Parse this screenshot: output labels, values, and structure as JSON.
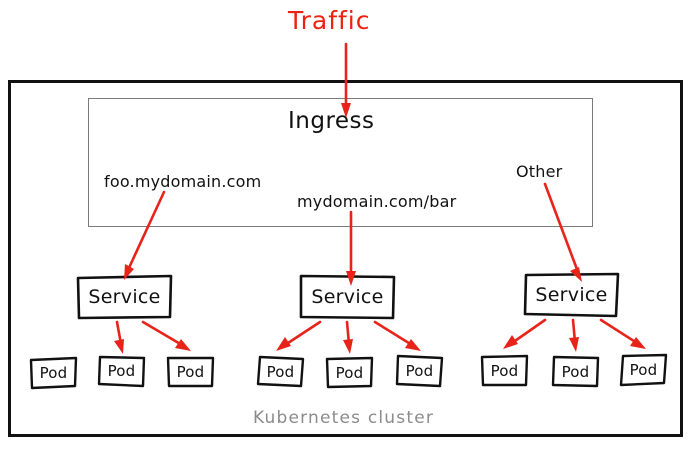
{
  "diagram": {
    "title_label": "Traffic",
    "cluster_label": "Kubernetes cluster",
    "ingress_label": "Ingress",
    "accent_color": "#e8231a",
    "ink_color": "#111111",
    "cluster_border_color": "#111111",
    "ingress_border_color": "#7b7b7b",
    "cluster_label_color": "#8b8b8b",
    "rules": [
      {
        "label": "foo.mydomain.com"
      },
      {
        "label": "mydomain.com/bar"
      },
      {
        "label": "Other"
      }
    ],
    "services": [
      {
        "label": "Service",
        "pods": [
          {
            "label": "Pod"
          },
          {
            "label": "Pod"
          },
          {
            "label": "Pod"
          }
        ]
      },
      {
        "label": "Service",
        "pods": [
          {
            "label": "Pod"
          },
          {
            "label": "Pod"
          },
          {
            "label": "Pod"
          }
        ]
      },
      {
        "label": "Service",
        "pods": [
          {
            "label": "Pod"
          },
          {
            "label": "Pod"
          },
          {
            "label": "Pod"
          }
        ]
      }
    ]
  }
}
